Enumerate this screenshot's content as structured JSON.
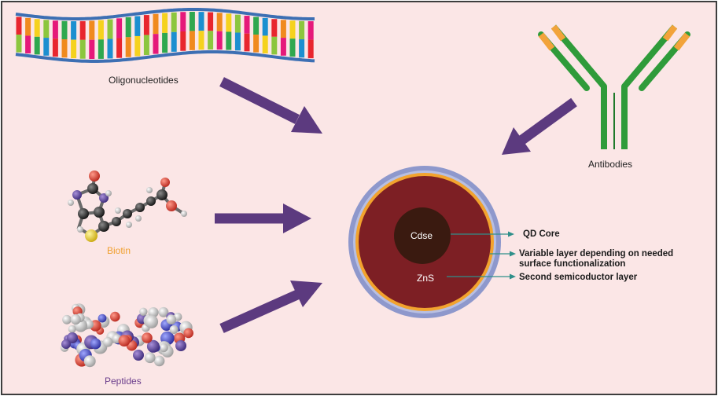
{
  "labels": {
    "oligonucleotides": "Oligonucleotides",
    "antibodies": "Antibodies",
    "biotin": "Biotin",
    "peptides": "Peptides"
  },
  "qd": {
    "core": "Cdse",
    "shell": "ZnS",
    "annotations": {
      "core": "QD Core",
      "variable_line1": "Variable layer depending on needed",
      "variable_line2": "surface functionalization",
      "second": "Second semicoductor layer"
    }
  },
  "colors": {
    "background": "#fbe6e6",
    "border": "#3d3d3d",
    "arrow": "#5c3a7f",
    "outer_ring": "#8e98cc",
    "orange_ring": "#f2a32e",
    "shell": "#7d1f24",
    "core": "#3a1a10",
    "leader": "#2f8f8a",
    "biotin_label": "#f0a030",
    "peptides_label": "#6b3e8c",
    "antibody_green": "#2f9b3a",
    "antibody_orange": "#f2a33a"
  }
}
